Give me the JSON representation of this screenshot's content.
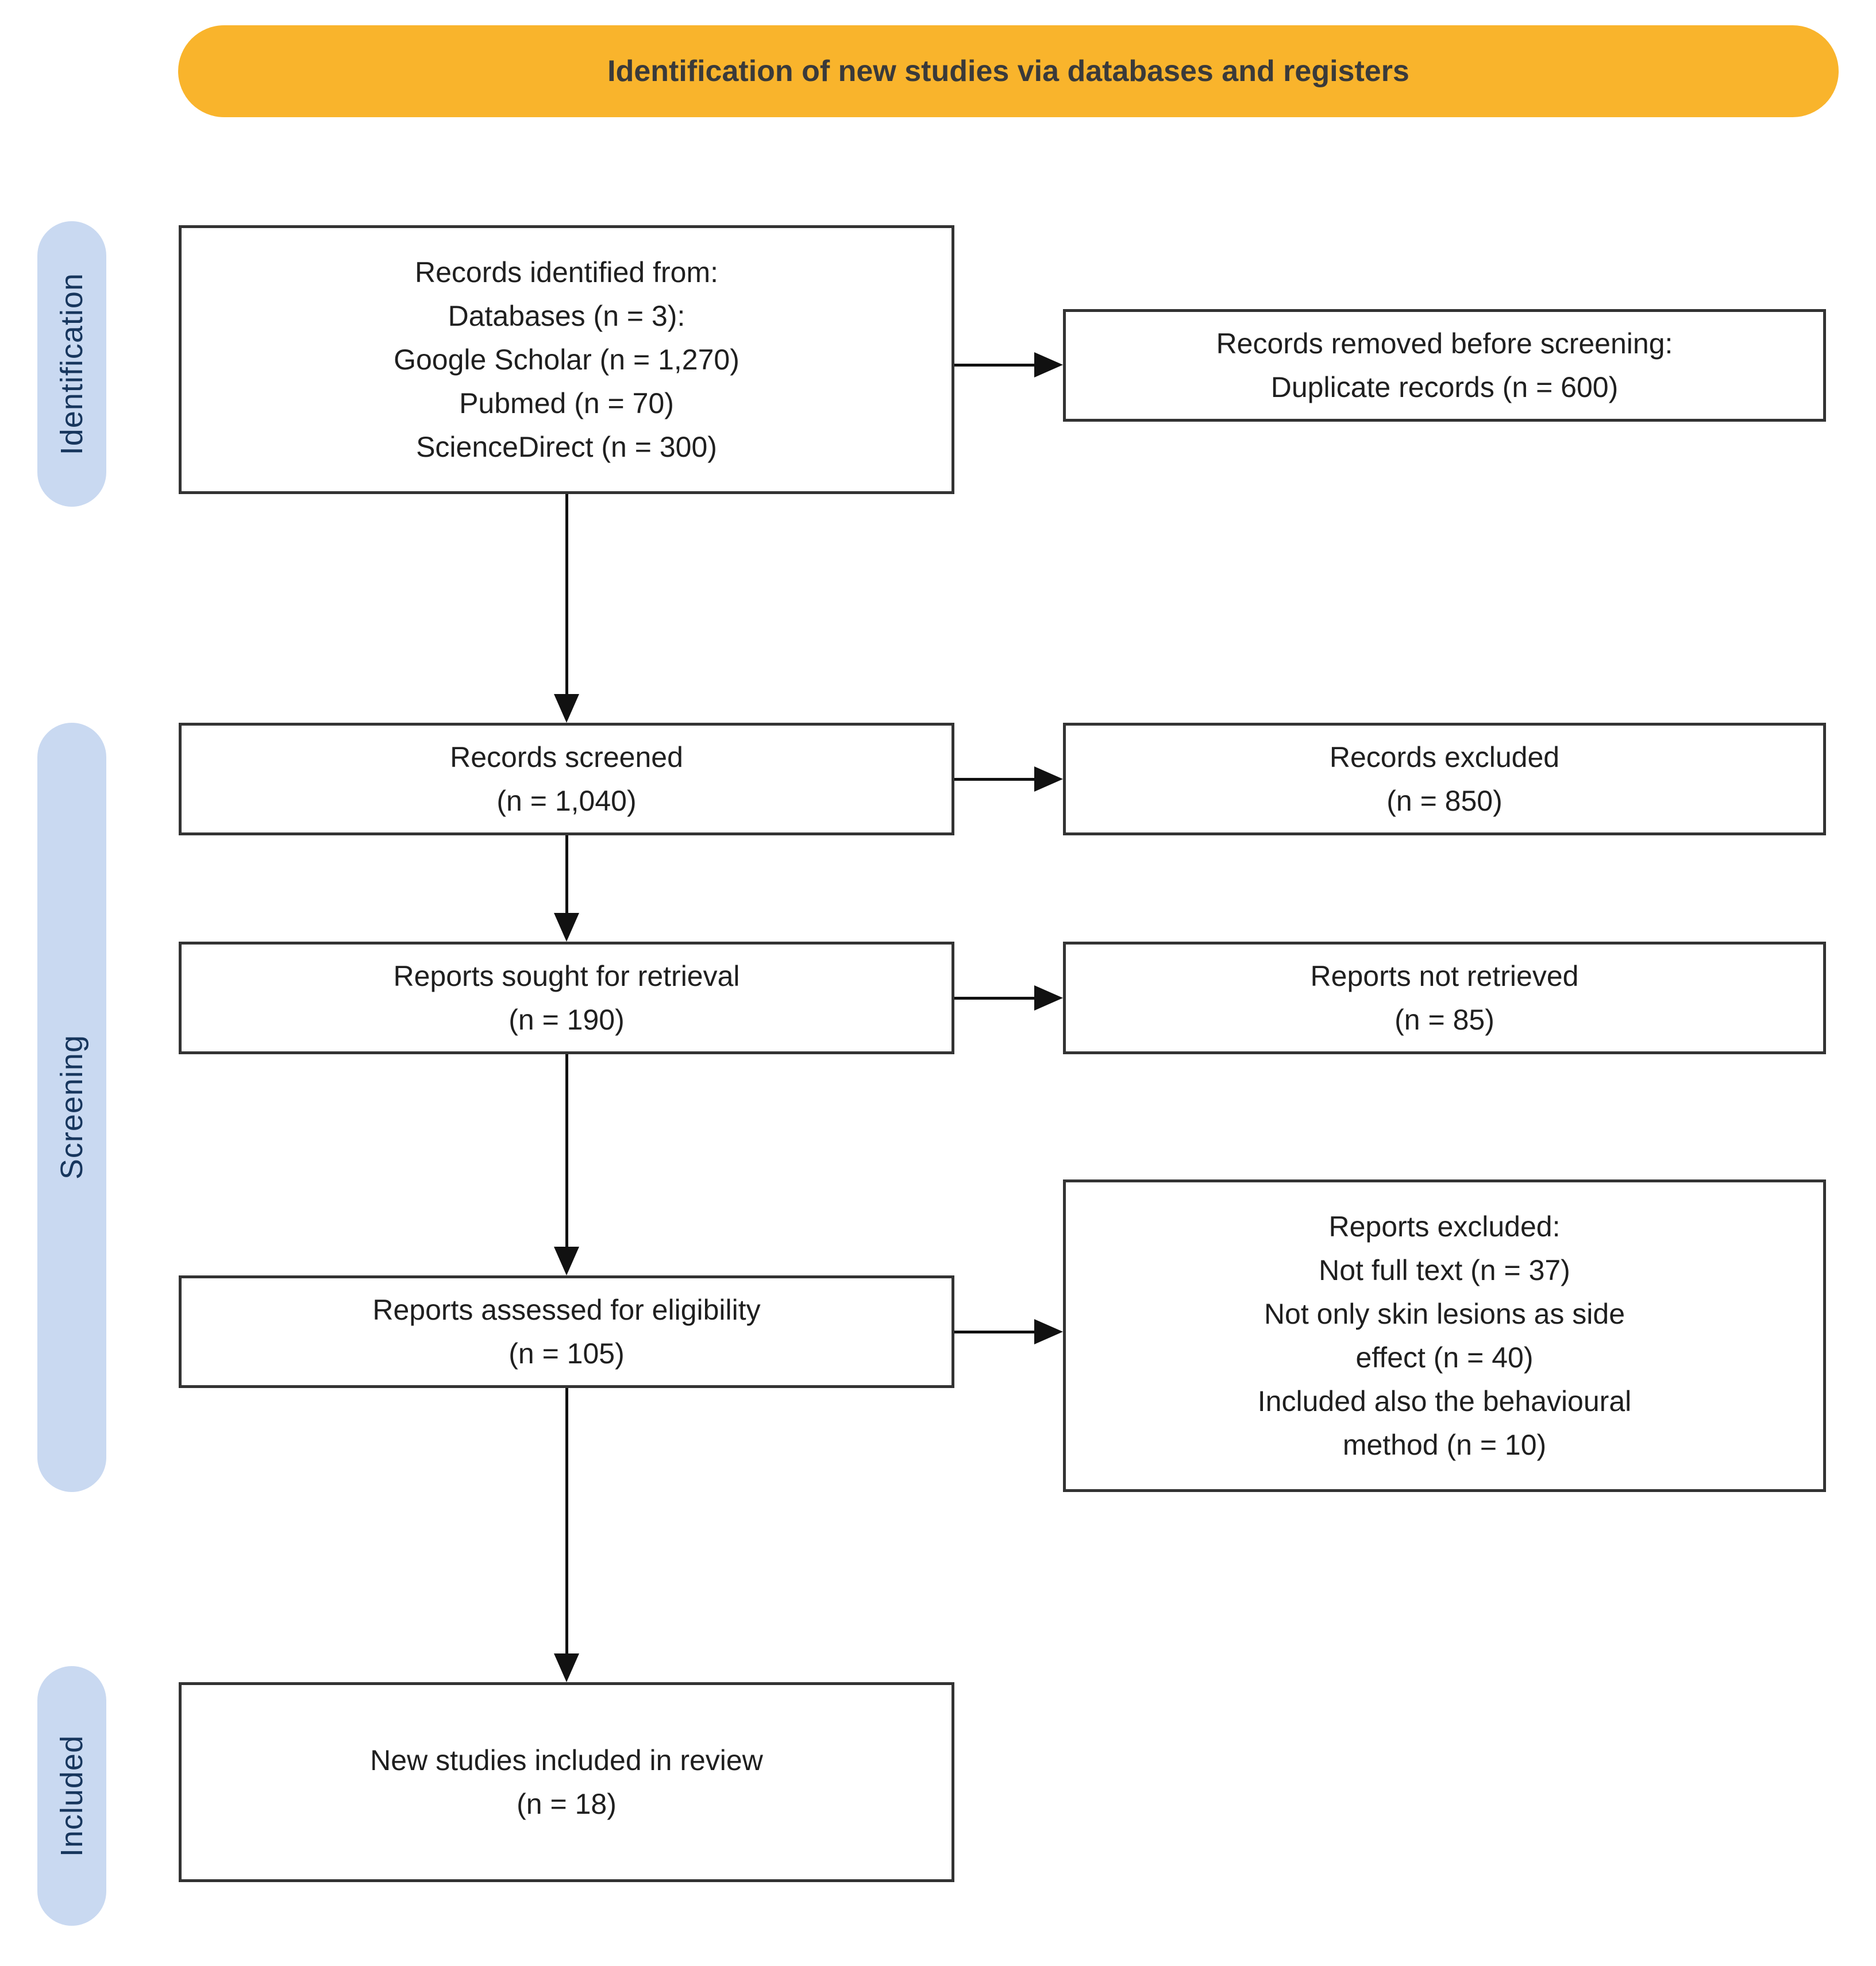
{
  "banner": {
    "label": "Identification of new studies via databases and registers"
  },
  "stages": {
    "identification": "Identification",
    "screening": "Screening",
    "included": "Included"
  },
  "boxes": {
    "records_identified": {
      "lines": [
        "Records identified from:",
        "Databases (n = 3):",
        "Google Scholar (n = 1,270)",
        "Pubmed (n = 70)",
        "ScienceDirect (n = 300)"
      ]
    },
    "records_removed": {
      "lines": [
        "Records removed before screening:",
        "Duplicate records (n = 600)"
      ]
    },
    "records_screened": {
      "lines": [
        "Records screened",
        "(n = 1,040)"
      ]
    },
    "records_excluded": {
      "lines": [
        "Records excluded",
        "(n = 850)"
      ]
    },
    "reports_sought": {
      "lines": [
        "Reports sought for retrieval",
        "(n = 190)"
      ]
    },
    "reports_not_retrieved": {
      "lines": [
        "Reports not retrieved",
        "(n = 85)"
      ]
    },
    "reports_assessed": {
      "lines": [
        "Reports assessed for eligibility",
        "(n = 105)"
      ]
    },
    "reports_excluded": {
      "lines": [
        "Reports excluded:",
        "Not full text (n = 37)",
        "Not only skin lesions as side",
        "effect (n = 40)",
        "Included also the behavioural",
        "method (n = 10)"
      ]
    },
    "new_studies": {
      "lines": [
        "New studies included in review",
        "(n = 18)"
      ]
    }
  },
  "colors": {
    "banner_fill": "#F9B42C",
    "banner_text": "#3A3A3A",
    "stage_fill": "#C9D9F1",
    "stage_text": "#17365D",
    "box_border": "#333333",
    "box_text": "#1F1F1F",
    "arrow": "#111111"
  }
}
